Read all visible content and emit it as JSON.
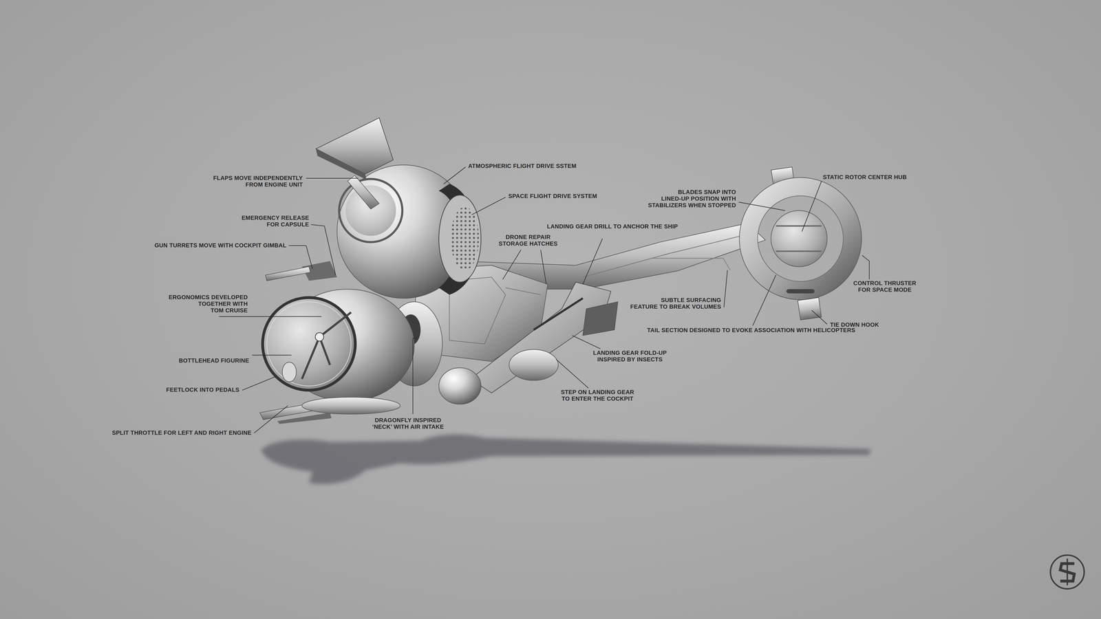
{
  "diagram": {
    "labels": [
      "FLAPS MOVE INDEPENDENTLY FROM ENGINE UNIT",
      "ATMOSPHERIC FLIGHT DRIVE SSTEM",
      "SPACE FLIGHT DRIVE SYSTEM",
      "EMERGENCY RELEASE FOR CAPSULE",
      "GUN TURRETS MOVE WITH COCKPIT GIMBAL",
      "DRONE REPAIR STORAGE HATCHES",
      "LANDING GEAR DRILL TO ANCHOR THE SHIP",
      "BLADES SNAP INTO LINED-UP POSITION WITH STABILIZERS WHEN STOPPED",
      "STATIC ROTOR CENTER HUB",
      "CONTROL THRUSTER FOR SPACE MODE",
      "SUBTLE SURFACING FEATURE TO BREAK VOLUMES",
      "TAIL SECTION DESIGNED TO EVOKE ASSOCIATION WITH HELICOPTERS",
      "TIE DOWN HOOK",
      "ERGONOMICS DEVELOPED TOGETHER WITH TOM CRUISE",
      "BOTTLEHEAD FIGURINE",
      "FEETLOCK INTO PEDALS",
      "SPLIT THROTTLE FOR LEFT AND RIGHT ENGINE",
      "DRAGONFLY INSPIRED ‘NECK’ WITH AIR INTAKE",
      "LANDING GEAR FOLD-UP INSPIRED BY INSECTS",
      "STEP ON LANDING GEAR TO ENTER THE COCKPIT"
    ]
  }
}
